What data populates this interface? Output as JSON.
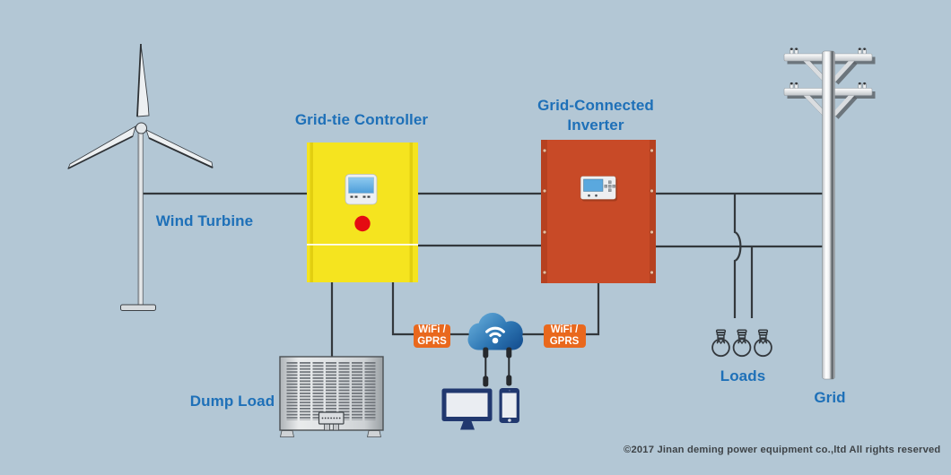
{
  "diagram": {
    "title": null,
    "components": [
      {
        "id": "wind_turbine",
        "label": "Wind Turbine",
        "icon": "wind-turbine-icon"
      },
      {
        "id": "grid_tie_controller",
        "label": "Grid-tie Controller",
        "icon": "controller-box-icon",
        "color": "#f5e41f"
      },
      {
        "id": "grid_connected_inverter",
        "label": "Grid-Connected\nInverter",
        "icon": "inverter-box-icon",
        "color": "#c84a27"
      },
      {
        "id": "dump_load",
        "label": "Dump Load",
        "icon": "dump-load-icon"
      },
      {
        "id": "loads",
        "label": "Loads",
        "icon": "light-bulb-icon"
      },
      {
        "id": "grid",
        "label": "Grid",
        "icon": "utility-pole-icon"
      }
    ],
    "connection_badges": [
      {
        "id": "wifi_left",
        "label": "WiFi /\nGPRS",
        "color": "#e9681d"
      },
      {
        "id": "wifi_right",
        "label": "WiFi /\nGPRS",
        "color": "#e9681d"
      }
    ],
    "monitoring_icons": [
      "cloud-icon",
      "wifi-signal-icon",
      "monitor-icon",
      "smartphone-icon"
    ]
  },
  "footer": {
    "copyright": "©2017 Jinan deming power equipment co.,ltd All rights reserved"
  },
  "colors": {
    "background": "#b3c7d5",
    "label_blue": "#1e70b8",
    "controller_yellow": "#f5e41f",
    "inverter_red": "#c84a27",
    "badge_orange": "#e9681d",
    "cloud_blue": "#2e77b4",
    "wire_dark": "#33383c",
    "indicator_red": "#e50b12",
    "screen_blue": "#5aa8de"
  }
}
